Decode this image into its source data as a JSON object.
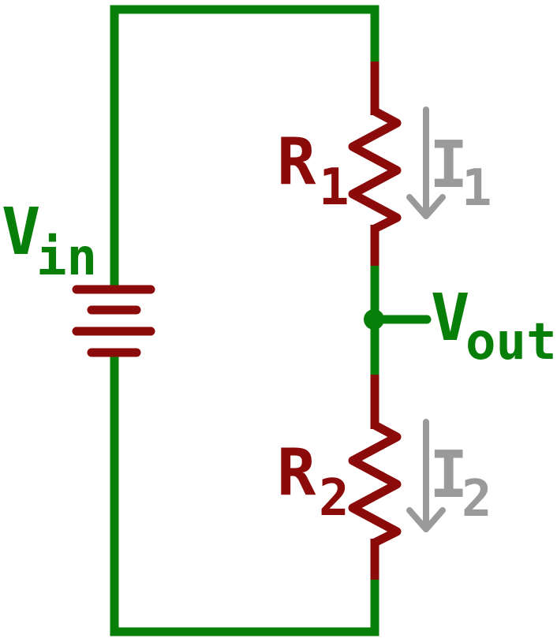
{
  "colors": {
    "background": "#ffffff",
    "wire_green": "#087f08",
    "component_red": "#8b0a0a",
    "current_gray": "#9a9a9a"
  },
  "labels": {
    "vin": {
      "main": "V",
      "sub": "in"
    },
    "vout": {
      "main": "V",
      "sub": "out"
    },
    "r1": {
      "main": "R",
      "sub": "1"
    },
    "r2": {
      "main": "R",
      "sub": "2"
    },
    "i1": {
      "main": "I",
      "sub": "1"
    },
    "i2": {
      "main": "I",
      "sub": "2"
    }
  },
  "components": {
    "battery": {
      "label_ref": "vin",
      "plates": 4
    },
    "resistor_1": {
      "label_ref": "r1",
      "current_ref": "i1"
    },
    "resistor_2": {
      "label_ref": "r2",
      "current_ref": "i2"
    },
    "output_node": {
      "label_ref": "vout"
    }
  }
}
